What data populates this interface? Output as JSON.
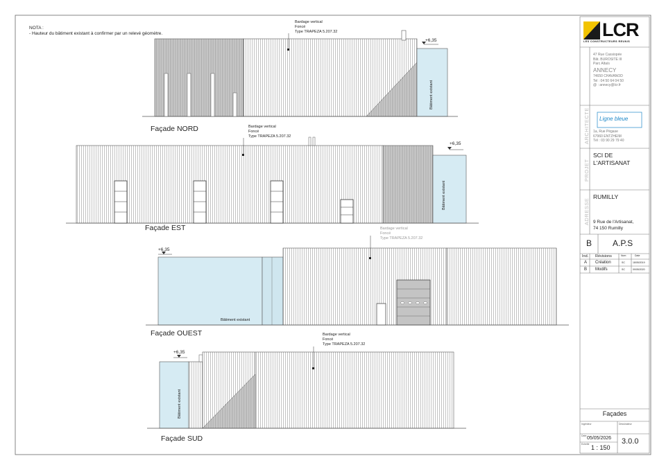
{
  "note": {
    "title": "NOTA :",
    "text": "- Hauteur du bâtiment existant à confirmer par un relevé géomètre."
  },
  "cladding": {
    "line1": "Bardage vertical",
    "line2": "Foncé",
    "line3": "Type TRAPEZA 5.207.32"
  },
  "facades": {
    "nord": "Façade NORD",
    "est": "Façade EST",
    "ouest": "Façade OUEST",
    "sud": "Façade SUD"
  },
  "level": "+6,35",
  "existing_building": "Bâtiment existant",
  "company": {
    "logo": "LCR",
    "tagline": "LES CONSTRUCTEURS REUNIS",
    "address1": "47 Rue Cassiopée",
    "address2": "Bât. BUROSITE III",
    "address3": "Parc Altaïs",
    "city": "ANNECY",
    "postcode": "74650 CHAVANOD",
    "phone": "Tel : 04 50 64 04 50",
    "email": "@ : annecy@lcr.fr"
  },
  "architect": {
    "label": "ARCHITECTE",
    "logo_text": "Ligne bleue",
    "address1": "1a, Rue Pégase",
    "address2": "67960 ENTZHEIM",
    "phone": "Tél : 03 90 29 79 40"
  },
  "project": {
    "label": "PROJET",
    "line1": "SCI DE",
    "line2": "L'ARTISANAT",
    "city": "RUMILLY"
  },
  "address": {
    "label": "ADRESSE",
    "line1": "9 Rue de l'Artisanat,",
    "line2": "74 150 Rumilly"
  },
  "phase": {
    "index": "B",
    "name": "A.P.S"
  },
  "revisions": {
    "headers": [
      "Ind.",
      "Révisions",
      "Nom",
      "Date"
    ],
    "rows": [
      {
        "ind": "A",
        "label": "Création",
        "nom": "SC",
        "date": "18/05/2019"
      },
      {
        "ind": "B",
        "label": "Modifs",
        "nom": "SC",
        "date": "09/05/2020"
      }
    ]
  },
  "sheet": {
    "title": "Façades",
    "engineer_label": "Ingénieur",
    "engineer_value": "",
    "draftsman_label": "Dessinateur",
    "draftsman_value": "",
    "date_label": "Date",
    "date": "05/05/2026",
    "scale_label": "Echelle",
    "scale": "1 : 150",
    "number": "3.0.0"
  },
  "colors": {
    "stroke": "#555555",
    "existing_fill": "#d6ebf3",
    "grey_fill": "#bdbdbd",
    "logo_yellow": "#f2c300"
  }
}
